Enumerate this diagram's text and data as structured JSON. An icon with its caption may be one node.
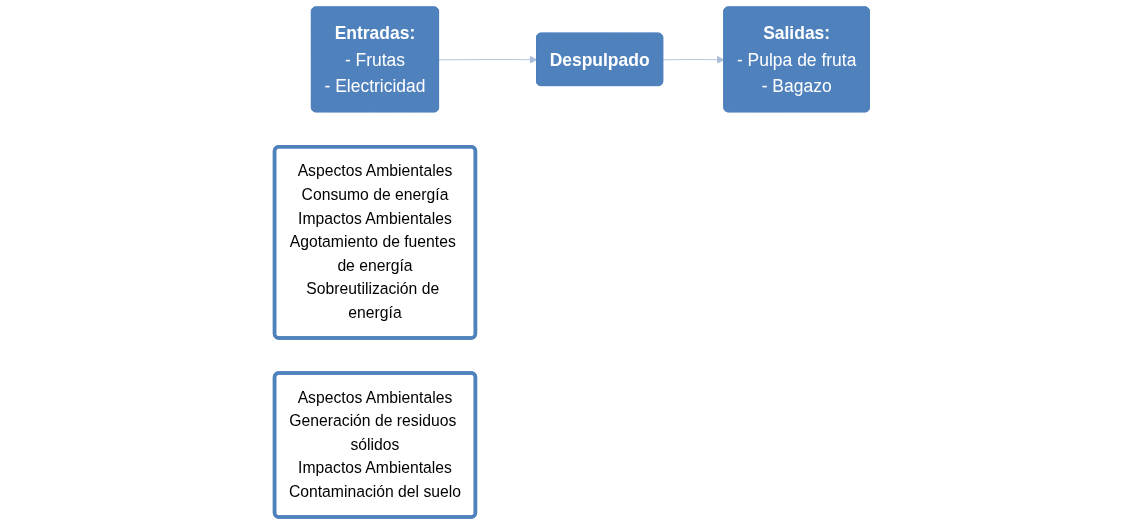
{
  "diagram": {
    "nodes": [
      {
        "text": [
          "Entradas:",
          "- Frutas",
          "- Electricidad"
        ]
      },
      {
        "text": [
          "Aspectos Ambientales",
          "Consumo de energía",
          "Impactos Ambientales",
          "Agotamiento de fuentes de energía",
          "Sobreutilización de energía"
        ]
      },
      {
        "text": [
          "Despulpado"
        ]
      },
      {
        "text": [
          "Salidas:",
          "- Pulpa de fruta",
          "- Bagazo"
        ]
      },
      {
        "text": [
          "Aspectos Ambientales",
          "Generación de residuos sólidos",
          "Impactos Ambientales",
          "Contaminación del suelo"
        ]
      }
    ],
    "edges": [
      {
        "from": 0,
        "to": 2,
        "arrow": "to",
        "color": "#a9bcd8"
      },
      {
        "from": 2,
        "to": 3,
        "arrow": "to",
        "color": "#a9bcd8"
      }
    ]
  }
}
